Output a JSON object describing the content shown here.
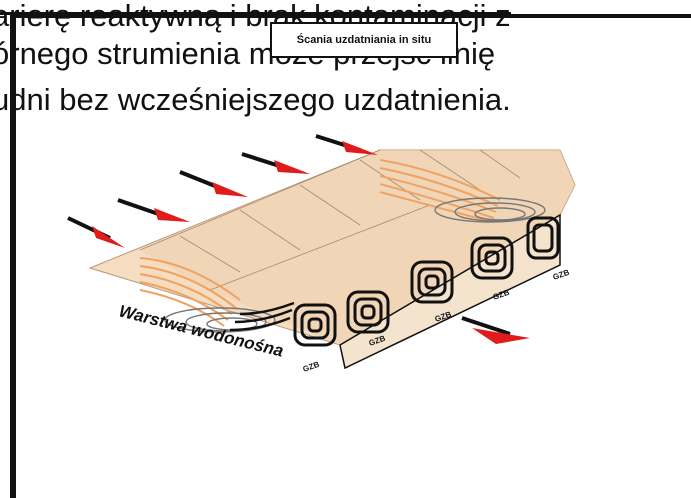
{
  "text": {
    "line1": "arierę reaktywną i brak kontaminacji z",
    "line2": "órnego strumienia może przejść linię",
    "line3": "udni bez wcześniejszego uzdatnienia."
  },
  "title_box": "Ścania uzdatniania in situ",
  "diagram": {
    "aquifer_label": "Warstwa wodonośna",
    "gzb_labels": [
      "GZB",
      "GZB",
      "GZB",
      "GZB",
      "GZB"
    ],
    "colors": {
      "panel": "#f6dcc0",
      "panel_dark": "#e9c8a5",
      "plume": "#f0a260",
      "arrow_head": "#e11b1b",
      "line": "#111111"
    }
  }
}
